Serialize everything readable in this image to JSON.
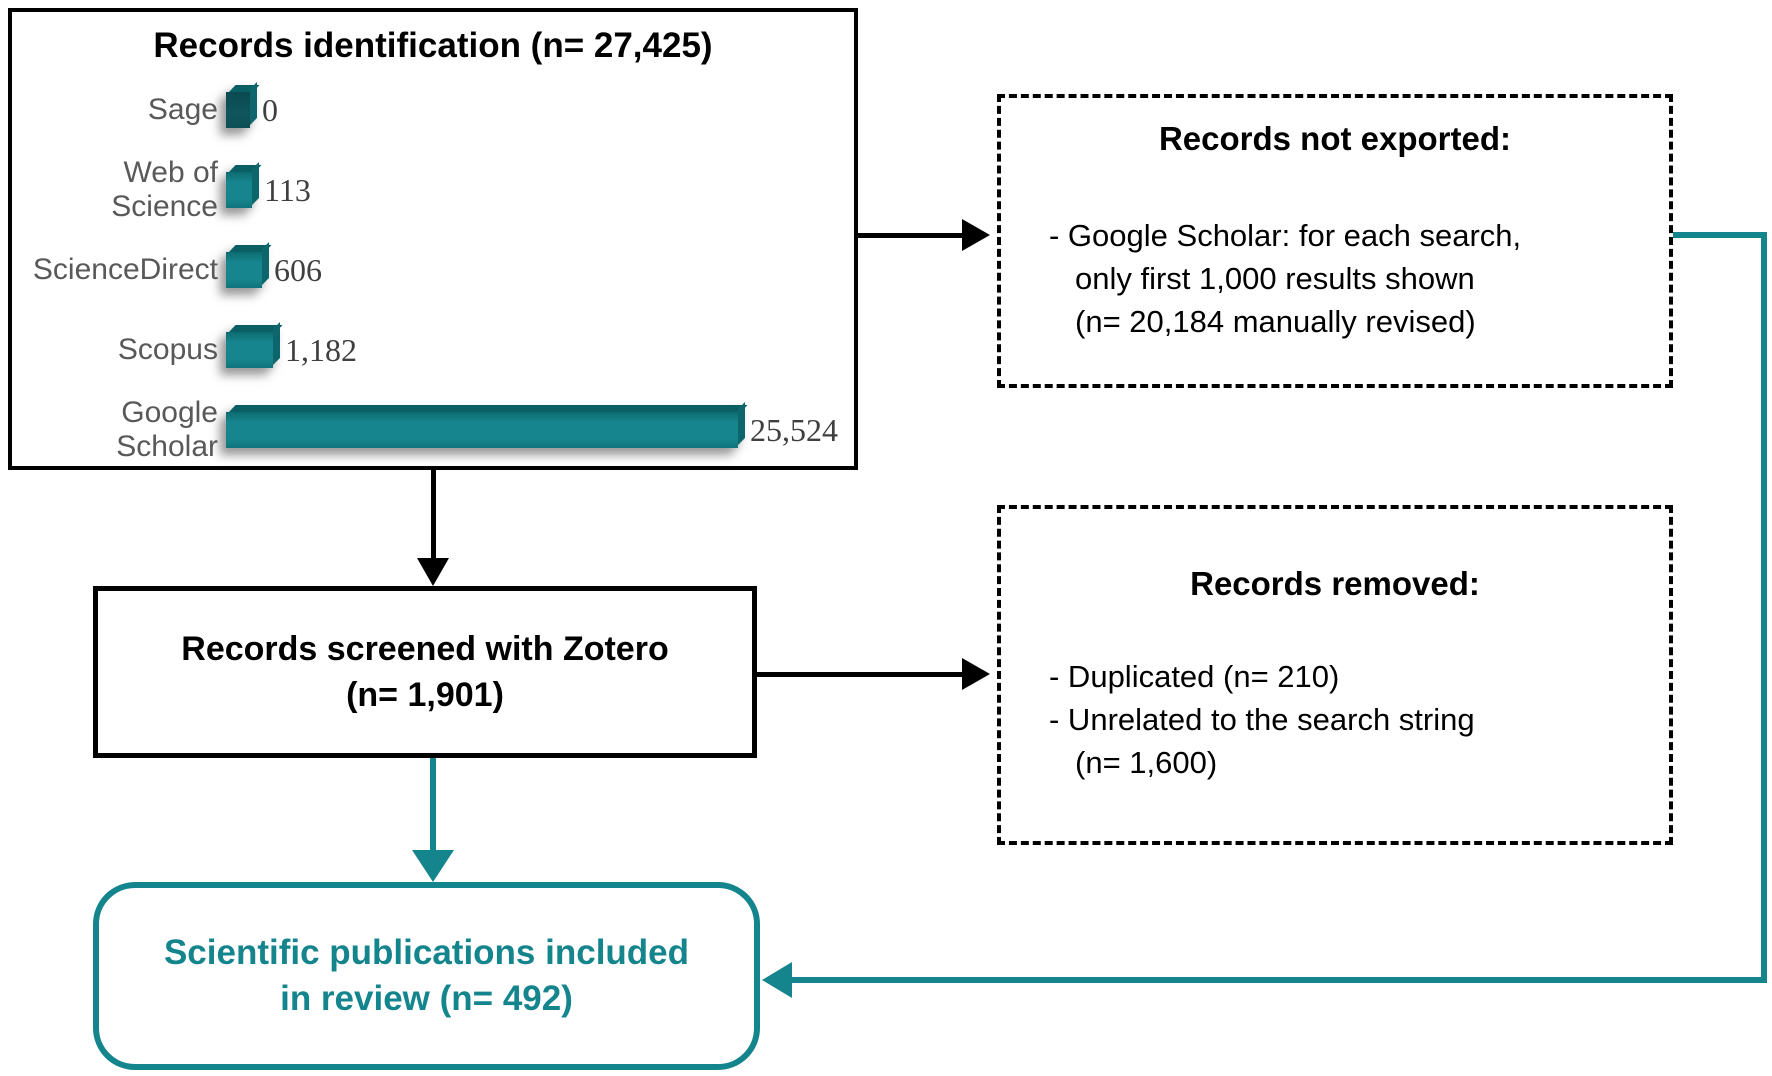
{
  "palette": {
    "teal": "#15858d",
    "bar_teal": "#17858d",
    "bar_dark_top": "#0a5f65",
    "label_gray": "#595959",
    "value_gray": "#3f3f3f",
    "black": "#000000"
  },
  "identification": {
    "title": "Records identification (n= 27,425)"
  },
  "chart_data": {
    "type": "bar",
    "orientation": "horizontal",
    "title": "Records identification (n= 27,425)",
    "categories": [
      "Sage",
      "Web of Science",
      "ScienceDirect",
      "Scopus",
      "Google Scholar"
    ],
    "values": [
      0,
      113,
      606,
      1182,
      25524
    ],
    "value_labels": [
      "0",
      "113",
      "606",
      "1,182",
      "25,524"
    ],
    "xlim": [
      0,
      25524
    ],
    "grid": false,
    "legend": "none",
    "bar_color": "#17858d",
    "xlabel": "",
    "ylabel": ""
  },
  "not_exported": {
    "title": "Records not exported:",
    "line1": "- Google Scholar: for each search,",
    "line2": "only first 1,000 results shown",
    "line3": "(n= 20,184 manually revised)"
  },
  "screened": {
    "line1": "Records screened with Zotero",
    "line2": "(n= 1,901)"
  },
  "removed": {
    "title": "Records removed:",
    "line1": "- Duplicated (n= 210)",
    "line2": "- Unrelated to the search string",
    "line3": "(n= 1,600)"
  },
  "included": {
    "line1": "Scientific publications included",
    "line2": "in review (n= 492)"
  }
}
